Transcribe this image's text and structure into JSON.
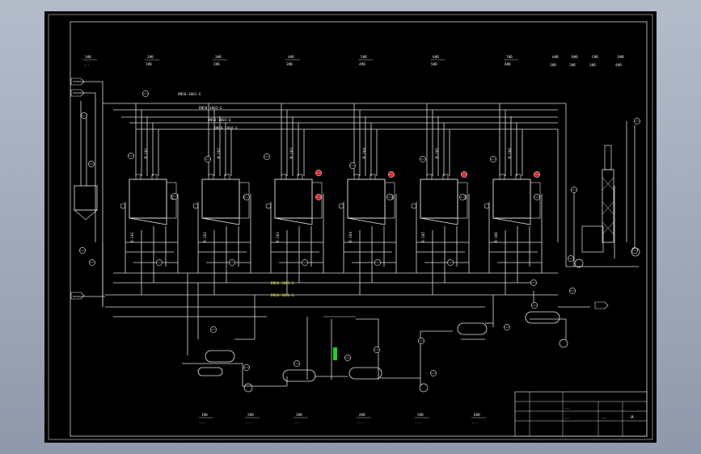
{
  "drawing": {
    "background": "#000000",
    "line_color": "#e6e6e6",
    "alarm_color": "#e01818",
    "highlight_color": "#f2f24a",
    "flow_meter_color": "#1fd21f"
  },
  "header_labels": [
    "1#B",
    "2#B",
    "3#B",
    "4#B",
    "5#B",
    "6#B",
    "7#B"
  ],
  "header_sub": [
    "...",
    "1#B",
    "2#B",
    "3#B",
    "4#B",
    "5#B",
    "6#B"
  ],
  "right_header_labels": [
    "A#B",
    "B#B",
    "C#B",
    "D#B"
  ],
  "reactor_labels": [
    "R-101",
    "R-102",
    "R-103",
    "R-104",
    "R-105",
    "R-106"
  ],
  "header_lines": [
    "DN50-1001-G",
    "DN50-1002-G",
    "DN50-1003-G",
    "DN50-1004-G"
  ],
  "yellow_lines": [
    "DN50-1005-G",
    "DN50-1006-G"
  ],
  "bottom_labels": [
    "1#B",
    "2#B",
    "3#B",
    "4#B",
    "5#B",
    "6#B"
  ],
  "bottom_sub": [
    "...",
    "...",
    "...",
    "...",
    "...",
    "..."
  ],
  "title_block": {
    "title_line1": "...",
    "title_line2": "...",
    "drawing_no": "...",
    "sheet": "A"
  }
}
